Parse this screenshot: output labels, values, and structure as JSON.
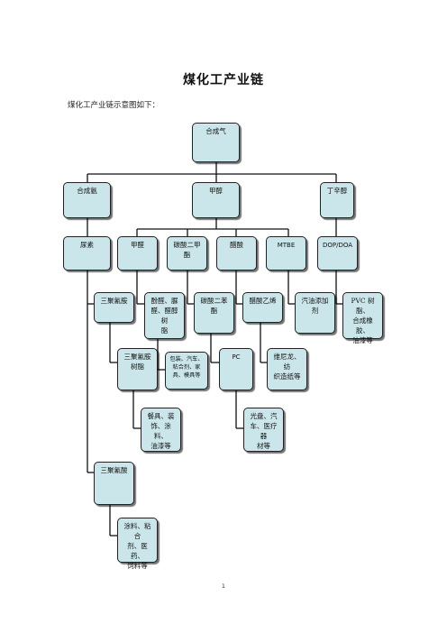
{
  "title": "煤化工产业链",
  "subtitle": "煤化工产业链示意图如下：",
  "page_number": "1",
  "nodes": {
    "syngas": "合成气",
    "ammonia": "合成氨",
    "methanol": "甲醇",
    "octanol": "丁辛醇",
    "urea": "尿素",
    "formaldehyde": "甲醛",
    "dmc": "碳酸二甲\n酯",
    "acetic_acid": "醋酸",
    "mtbe": "MTBE",
    "dop_doa": "DOP/DOA",
    "melamine": "三聚氰胺",
    "phenolic_resins": "酚醛、脲\n醛、醛醇树\n脂",
    "diphenyl_carbonate": "碳酸二苯\n酯",
    "vinyl_acetate": "醋酸乙烯",
    "gasoline_additive": "汽油添加\n剂",
    "pvc_resin": "PVC 树脂、\n合成橡胶、\n油漆等",
    "melamine_resin": "三聚氰胺\n树脂",
    "packaging": "包装、汽车、\n粘合剂、家\n具、模具等",
    "pc": "PC",
    "vinylon": "维尼龙、纺\n织造纸等",
    "tableware": "餐具、装\n饰、涂料、\n油漆等",
    "optical": "光盘、汽\n车、医疗器\n材等",
    "cyanuric_acid": "三聚氰酸",
    "coatings": "涂料、粘合\n剂、医药、\n饲料等"
  }
}
